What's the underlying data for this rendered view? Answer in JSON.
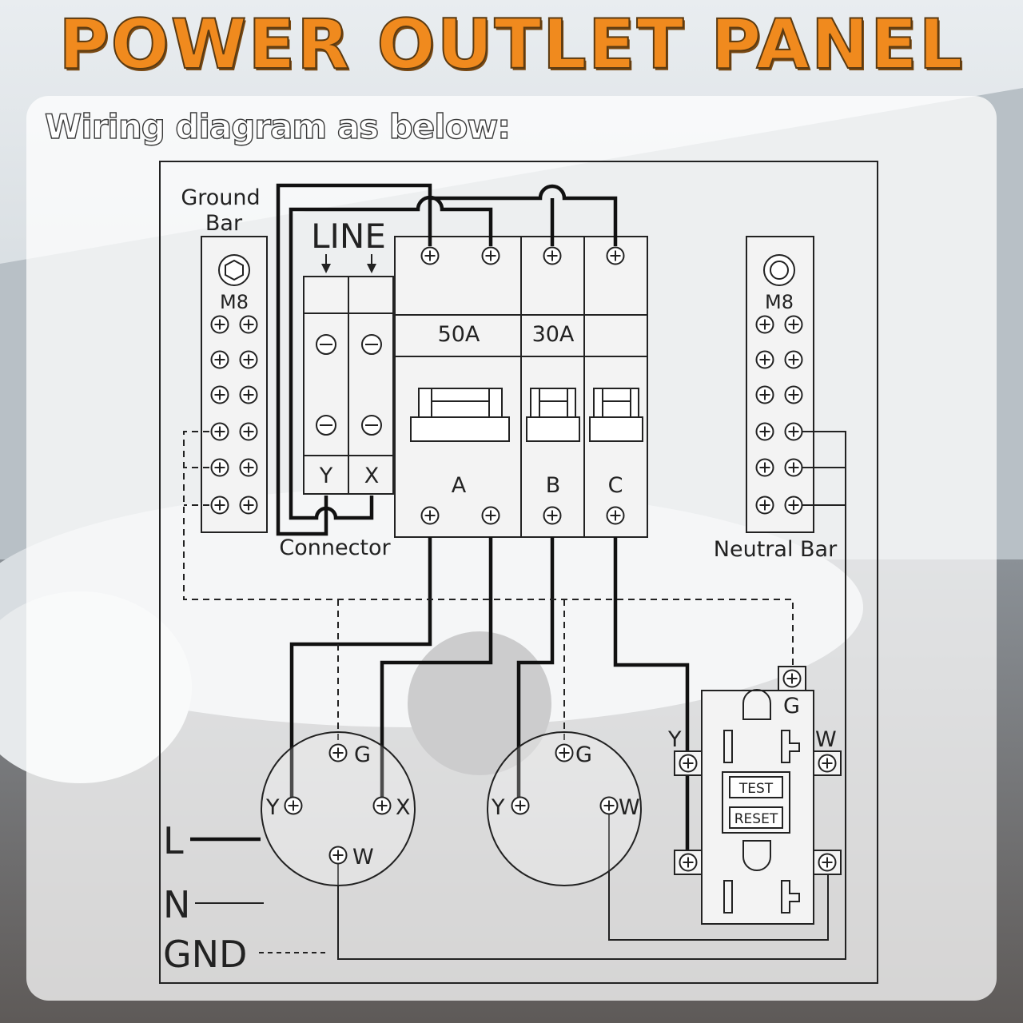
{
  "header": {
    "title": "POWER OUTLET PANEL",
    "subtitle": "Wiring diagram as below:"
  },
  "ground_bar": {
    "label_line1": "Ground",
    "label_line2": "Bar",
    "bolt_size": "M8"
  },
  "neutral_bar": {
    "label": "Neutral Bar",
    "bolt_size": "M8"
  },
  "line_label": "LINE",
  "connector": {
    "label": "Connector",
    "terminal_left": "Y",
    "terminal_right": "X"
  },
  "breakers": [
    {
      "rating": "50A",
      "letter": "A"
    },
    {
      "rating": "30A",
      "letter": "B"
    },
    {
      "rating": "",
      "letter": "C"
    }
  ],
  "outlet_50a": {
    "g": "G",
    "y": "Y",
    "x": "X",
    "w": "W"
  },
  "outlet_30a": {
    "g": "G",
    "y": "Y",
    "w": "W"
  },
  "gfci": {
    "g": "G",
    "y": "Y",
    "w": "W",
    "test": "TEST",
    "reset": "RESET"
  },
  "legend": {
    "l": "L",
    "n": "N",
    "gnd": "GND"
  },
  "colors": {
    "title": "#f08a1e",
    "wire": "#111111",
    "panel": "#ffffff"
  }
}
